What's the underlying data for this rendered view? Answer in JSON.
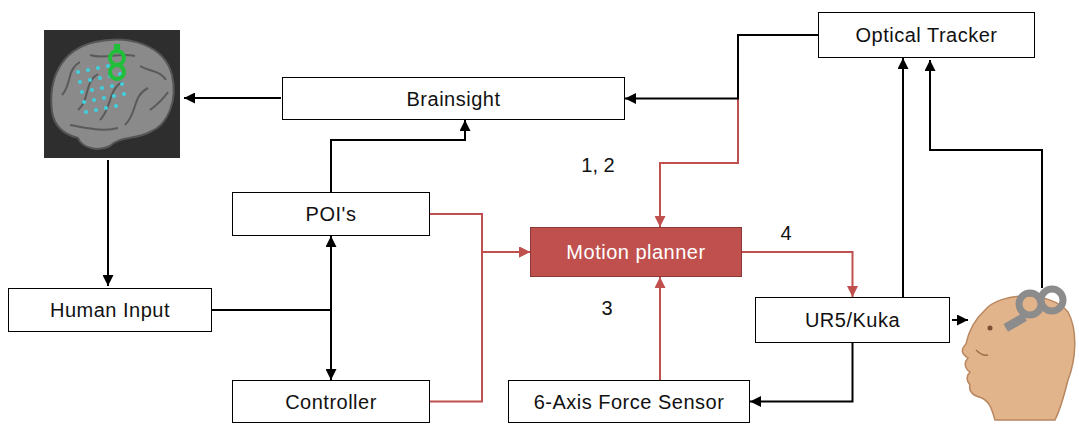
{
  "diagram": {
    "nodes": [
      {
        "text": [
          "Optical Tracker"
        ]
      },
      {
        "text": [
          "Brainsight"
        ]
      },
      {
        "text": [
          "POI's"
        ]
      },
      {
        "text": [
          "Motion planner"
        ]
      },
      {
        "text": [
          "Human Input"
        ]
      },
      {
        "text": [
          "UR5/Kuka"
        ]
      },
      {
        "text": [
          "Controller"
        ]
      },
      {
        "text": [
          "6-Axis Force Sensor"
        ]
      }
    ],
    "edges": [
      {
        "from": 0,
        "to": 3,
        "label": "1, 2",
        "arrow": "to"
      },
      {
        "from": 0,
        "to": 1,
        "arrow": "to"
      },
      {
        "from": 2,
        "to": 1,
        "arrow": "to"
      },
      {
        "from": 4,
        "to": 2,
        "arrow": "to"
      },
      {
        "from": 4,
        "to": 6,
        "arrow": "to"
      },
      {
        "from": 2,
        "to": 3,
        "arrow": "to"
      },
      {
        "from": 6,
        "to": 3,
        "arrow": "to"
      },
      {
        "from": 7,
        "to": 3,
        "label": "3",
        "arrow": "to"
      },
      {
        "from": 3,
        "to": 5,
        "label": "4",
        "arrow": "to"
      },
      {
        "from": 5,
        "to": 7,
        "arrow": "to"
      },
      {
        "from": 5,
        "to": 0,
        "arrow": "to"
      }
    ]
  }
}
